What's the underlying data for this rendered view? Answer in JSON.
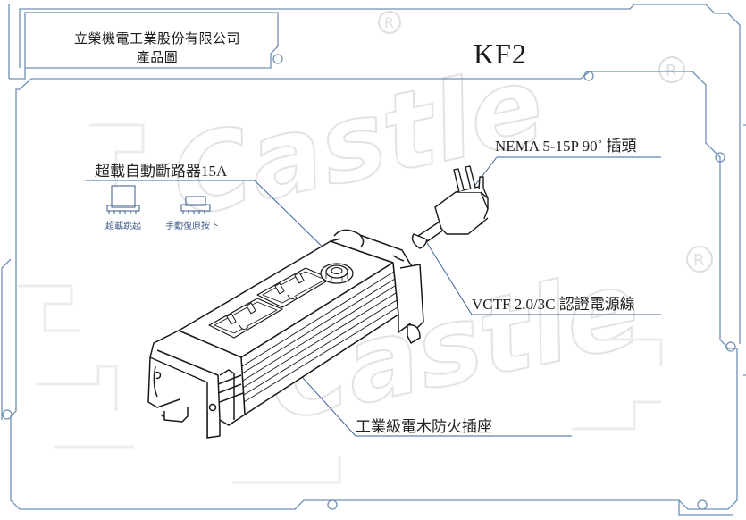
{
  "header": {
    "company_line1": "立榮機電工業股份有限公司",
    "company_line2": "產品圖",
    "model": "KF2"
  },
  "callouts": {
    "plug": "NEMA 5-15P  90˚ 插頭",
    "breaker": "超載自動斷路器15A",
    "cable": "VCTF 2.0/3C 認證電源線",
    "outlet": "工業級電木防火插座"
  },
  "breaker_states": {
    "tripped": "超載跳起",
    "reset": "手動復原按下"
  },
  "watermark": {
    "brand": "Castle",
    "mark": "®"
  },
  "colors": {
    "frame": "#6f8fb5",
    "leader": "#3d6396",
    "drawing": "#1a1a1a",
    "watermark": "#e9e9e9"
  },
  "icons": [
    "product-drawing",
    "plug-drawing",
    "breaker-icon",
    "registered-icon"
  ]
}
